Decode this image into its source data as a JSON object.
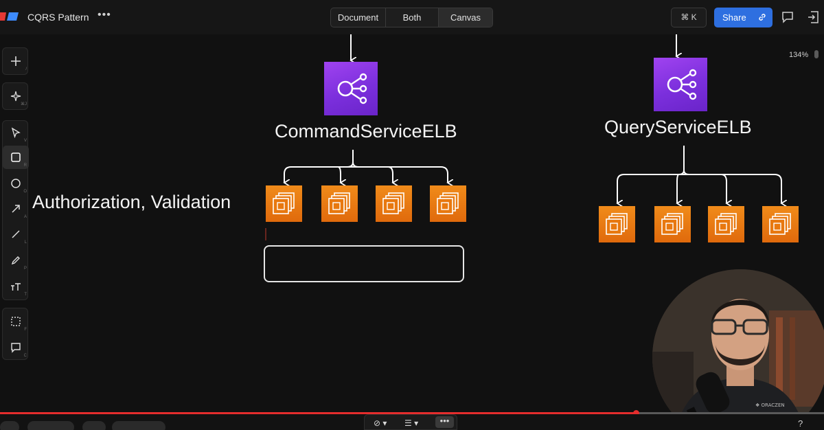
{
  "header": {
    "app_title": "CQRS Pattern",
    "more": "•••",
    "view_modes": [
      "Document",
      "Both",
      "Canvas"
    ],
    "active_view": "Canvas",
    "command_shortcut": "⌘ K",
    "share_label": "Share"
  },
  "canvas": {
    "zoom": "134%",
    "command_service": {
      "label": "CommandServiceELB",
      "instance_count": 4
    },
    "query_service": {
      "label": "QueryServiceELB",
      "instance_count": 4
    },
    "note": "Authorization, Validation"
  },
  "toolbar": {
    "tools": [
      {
        "name": "add",
        "hint": "/"
      },
      {
        "name": "ai-sparkle",
        "hint": "⌘J"
      },
      {
        "name": "select",
        "hint": "V"
      },
      {
        "name": "rectangle",
        "hint": "R"
      },
      {
        "name": "ellipse",
        "hint": "O"
      },
      {
        "name": "arrow",
        "hint": "A"
      },
      {
        "name": "line",
        "hint": "L"
      },
      {
        "name": "pencil",
        "hint": "P"
      },
      {
        "name": "text",
        "hint": "T"
      },
      {
        "name": "frame",
        "hint": "F"
      },
      {
        "name": "comment",
        "hint": "C"
      }
    ]
  },
  "video": {
    "progress": 0.772
  },
  "colors": {
    "canvas_bg": "#111111",
    "share_button": "#2e6fe0",
    "elb_purple": "#8a36e6",
    "ec2_orange": "#e8780f",
    "progress_red": "#e52d2d"
  }
}
